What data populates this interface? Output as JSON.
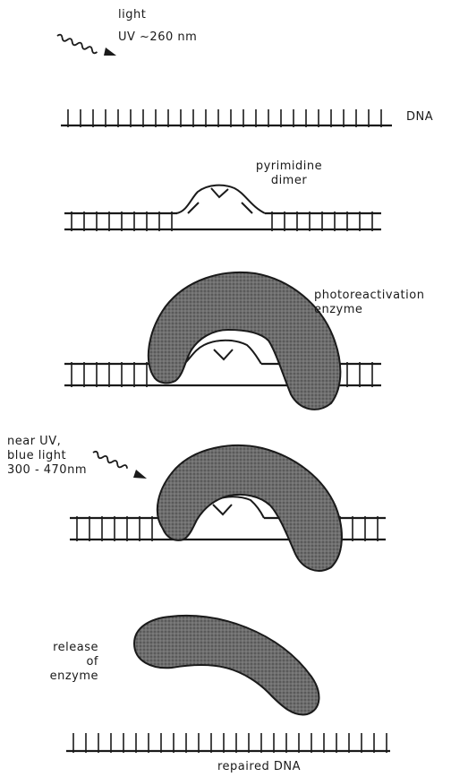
{
  "stage1": {
    "light_label": "light",
    "uv_label": "UV  ~260 nm",
    "dna_label": "DNA"
  },
  "stage2": {
    "dimer_line1": "pyrimidine",
    "dimer_line2": "dimer"
  },
  "stage3": {
    "enzyme_line1": "photoreactivation",
    "enzyme_line2": "enzyme"
  },
  "stage4": {
    "light_line1": "near UV,",
    "light_line2": "blue light",
    "light_line3": "300 - 470nm"
  },
  "stage5": {
    "release_line1": "release",
    "release_line2": "of",
    "release_line3": "enzyme",
    "repaired_label": "repaired  DNA"
  },
  "colors": {
    "ink": "#1a1a1a",
    "enzyme_fill": "#6e6e6e"
  }
}
